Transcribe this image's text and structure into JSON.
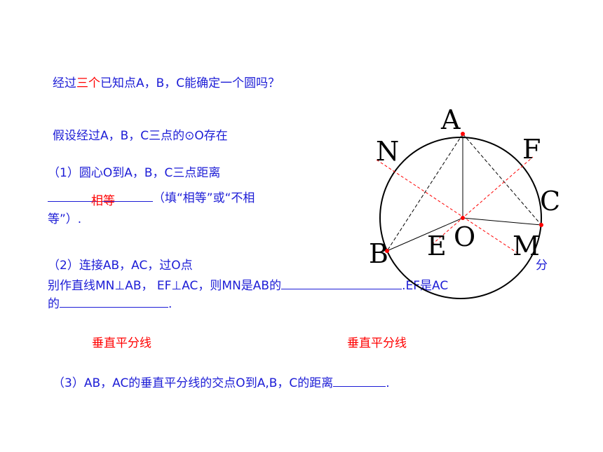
{
  "question": {
    "part1": "经过",
    "emph": "三个",
    "part2": "已知点A，B，C能确定一个圆吗？"
  },
  "assume": "假设经过A，B，C三点的⊙O存在",
  "q1": {
    "line1": "（1）圆心O到A，B，C三点距离",
    "answer": "相等",
    "line2_tail": "（填“相等”或“不相",
    "line3": "等”）."
  },
  "q2": {
    "line1": "（2）连接AB，AC，过O点",
    "line2_head": "别作直线MN⊥AB，  EF⊥AC，则MN是AB的",
    "line2_tail": ".EF是AC",
    "line3_head": "的",
    "line3_tail": ".",
    "side_char": "分",
    "answer1": "垂直平分线",
    "answer2": "垂直平分线"
  },
  "q3": {
    "text": "（3）AB，AC的垂直平分线的交点O到A,B，C的距离",
    "tail": "."
  },
  "diagram": {
    "labels": {
      "A": "A",
      "B": "B",
      "C": "C",
      "O": "O",
      "N": "N",
      "F": "F",
      "E": "E",
      "M": "M"
    },
    "colors": {
      "circle": "#000000",
      "point": "#ff0000",
      "perpendicular": "#ff0000",
      "chord": "#000000"
    }
  }
}
